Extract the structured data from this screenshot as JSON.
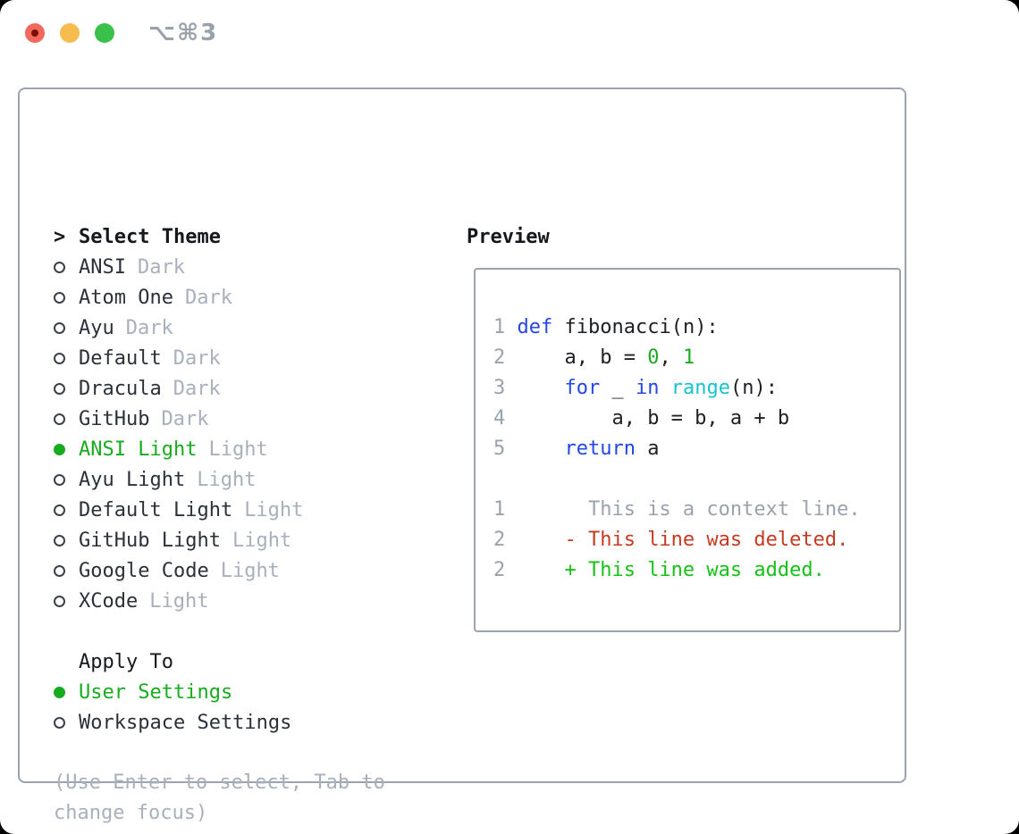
{
  "window": {
    "shortcut_label": "⌥⌘3"
  },
  "colors": {
    "window_bg": "#ffffff",
    "page_corner_bg": "#000000",
    "panel_border": "#9aa3ae",
    "text_dark": "#2b3139",
    "text_muted": "#a8b0bc",
    "header_black": "#15181c",
    "accent_selected_green": "#17ab1e",
    "diff_deleted_red": "#c63a22",
    "diff_added_green": "#17c117",
    "keyword_blue": "#2247e6",
    "builtin_cyan": "#17c3cc",
    "number_green": "#1bab20",
    "lineno_gray": "#9aa2ac",
    "traffic_red": "#f3685c",
    "traffic_red_dot": "#7a1006",
    "traffic_yellow": "#f6bd4e",
    "traffic_green": "#39c149"
  },
  "theme_picker": {
    "header_marker": ">",
    "header": "Select Theme",
    "items": [
      {
        "name": "ANSI",
        "variant": "Dark",
        "selected": false
      },
      {
        "name": "Atom One",
        "variant": "Dark",
        "selected": false
      },
      {
        "name": "Ayu",
        "variant": "Dark",
        "selected": false
      },
      {
        "name": "Default",
        "variant": "Dark",
        "selected": false
      },
      {
        "name": "Dracula",
        "variant": "Dark",
        "selected": false
      },
      {
        "name": "GitHub",
        "variant": "Dark",
        "selected": false
      },
      {
        "name": "ANSI Light",
        "variant": "Light",
        "selected": true
      },
      {
        "name": "Ayu Light",
        "variant": "Light",
        "selected": false
      },
      {
        "name": "Default Light",
        "variant": "Light",
        "selected": false
      },
      {
        "name": "GitHub Light",
        "variant": "Light",
        "selected": false
      },
      {
        "name": "Google Code",
        "variant": "Light",
        "selected": false
      },
      {
        "name": "XCode",
        "variant": "Light",
        "selected": false
      }
    ],
    "apply_to": {
      "header": "Apply To",
      "options": [
        {
          "name": "User Settings",
          "selected": true
        },
        {
          "name": "Workspace Settings",
          "selected": false
        }
      ]
    },
    "hint": "(Use Enter to select, Tab to change focus)"
  },
  "preview": {
    "header": "Preview",
    "code_lines": [
      {
        "n": "1",
        "tokens": [
          {
            "c": "plain",
            "t": " "
          },
          {
            "c": "kw",
            "t": "def"
          },
          {
            "c": "plain",
            "t": " fibonacci(n):"
          }
        ]
      },
      {
        "n": "2",
        "tokens": [
          {
            "c": "plain",
            "t": "     a, b = "
          },
          {
            "c": "num",
            "t": "0"
          },
          {
            "c": "plain",
            "t": ", "
          },
          {
            "c": "num",
            "t": "1"
          }
        ]
      },
      {
        "n": "3",
        "tokens": [
          {
            "c": "plain",
            "t": "     "
          },
          {
            "c": "kw",
            "t": "for"
          },
          {
            "c": "plain",
            "t": " _ "
          },
          {
            "c": "kw",
            "t": "in"
          },
          {
            "c": "plain",
            "t": " "
          },
          {
            "c": "fn",
            "t": "range"
          },
          {
            "c": "plain",
            "t": "(n):"
          }
        ]
      },
      {
        "n": "4",
        "tokens": [
          {
            "c": "plain",
            "t": "         a, b = b, a + b"
          }
        ]
      },
      {
        "n": "5",
        "tokens": [
          {
            "c": "plain",
            "t": "     "
          },
          {
            "c": "kw",
            "t": "return"
          },
          {
            "c": "plain",
            "t": " a"
          }
        ]
      }
    ],
    "diff_lines": [
      {
        "n": "1",
        "kind": "ctx",
        "text": "       This is a context line."
      },
      {
        "n": "2",
        "kind": "del",
        "text": "     - This line was deleted."
      },
      {
        "n": "2",
        "kind": "add",
        "text": "     + This line was added."
      }
    ]
  }
}
